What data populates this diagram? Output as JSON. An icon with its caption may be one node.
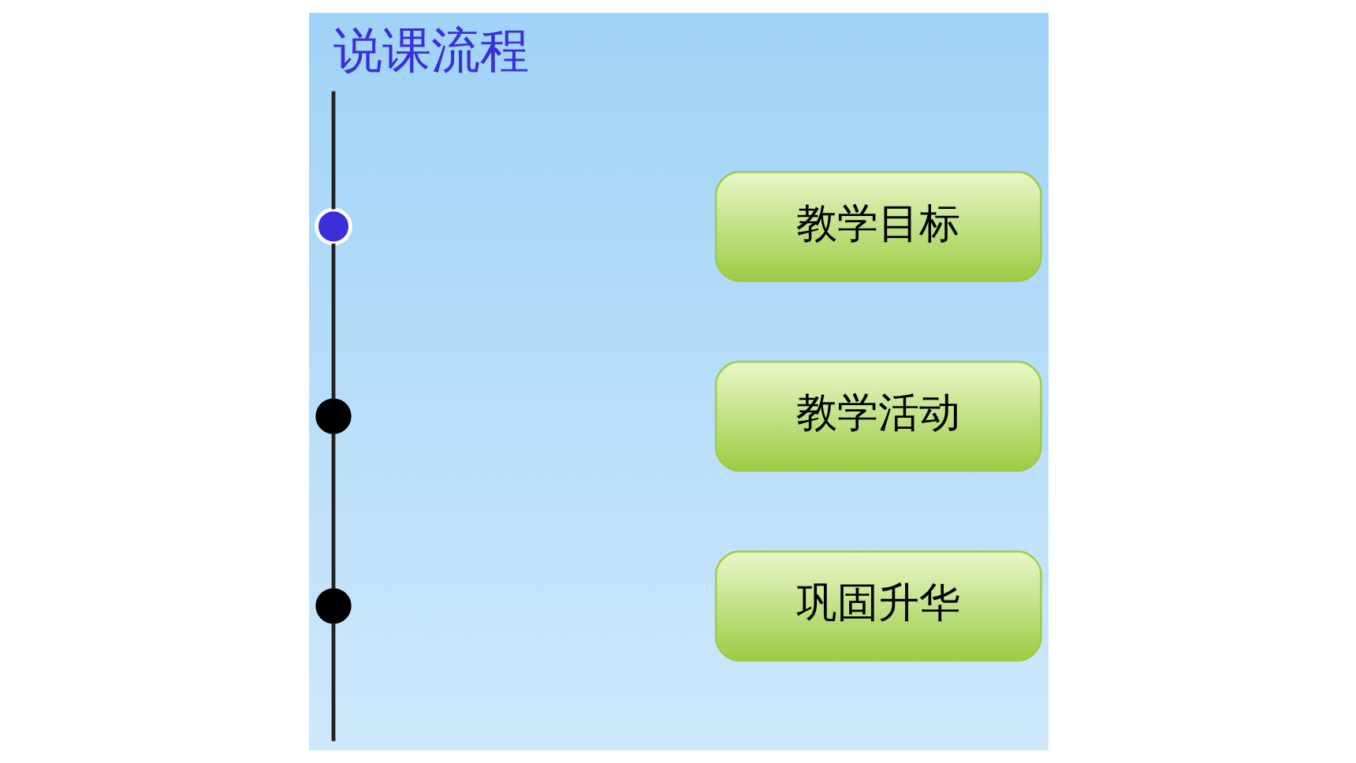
{
  "diagram": {
    "title": "说课流程",
    "nodes": [
      {
        "text": [],
        "shape": "circle"
      },
      {
        "text": [
          "教学目标"
        ]
      },
      {
        "text": [],
        "shape": "circle"
      },
      {
        "text": [
          "教学活动"
        ]
      },
      {
        "text": [],
        "shape": "circle"
      },
      {
        "text": [
          "巩固升华"
        ]
      }
    ],
    "edges": [
      {
        "from": null,
        "to": 0,
        "arrow": "none"
      },
      {
        "from": 0,
        "to": 2,
        "arrow": "none"
      },
      {
        "from": 2,
        "to": 4,
        "arrow": "none"
      },
      {
        "from": 4,
        "to": null,
        "arrow": "none"
      }
    ]
  }
}
